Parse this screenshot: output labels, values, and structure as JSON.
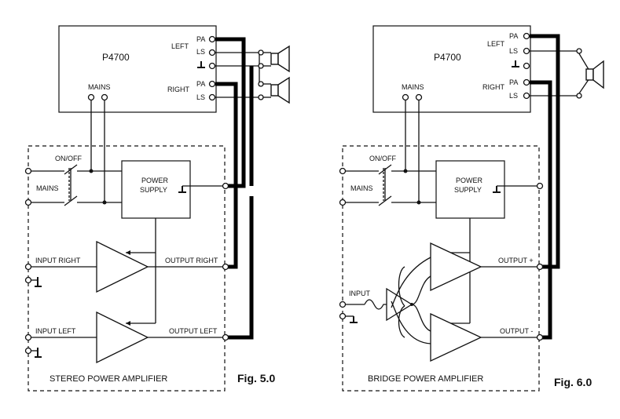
{
  "fig5": {
    "unit_name": "P4700",
    "caption": "Fig. 5.0",
    "box_title": "STEREO POWER AMPLIFIER",
    "labels": {
      "left": "LEFT",
      "right": "RIGHT",
      "pa": "PA",
      "ls": "LS",
      "mains_top": "MAINS",
      "mains": "MAINS",
      "on_off": "ON/OFF",
      "power": "POWER",
      "supply": "SUPPLY",
      "input_right": "INPUT RIGHT",
      "input_left": "INPUT LEFT",
      "output_right": "OUTPUT RIGHT",
      "output_left": "OUTPUT LEFT"
    }
  },
  "fig6": {
    "unit_name": "P4700",
    "caption": "Fig. 6.0",
    "box_title": "BRIDGE POWER AMPLIFIER",
    "labels": {
      "left": "LEFT",
      "right": "RIGHT",
      "pa": "PA",
      "ls": "LS",
      "mains_top": "MAINS",
      "mains": "MAINS",
      "on_off": "ON/OFF",
      "power": "POWER",
      "supply": "SUPPLY",
      "input": "INPUT",
      "output_plus": "OUTPUT +",
      "output_minus": "OUTPUT -"
    }
  },
  "icons": {
    "speaker": "speaker-icon",
    "ground": "ground-icon",
    "amplifier": "amplifier-triangle-icon",
    "switch": "mains-switch-icon"
  }
}
